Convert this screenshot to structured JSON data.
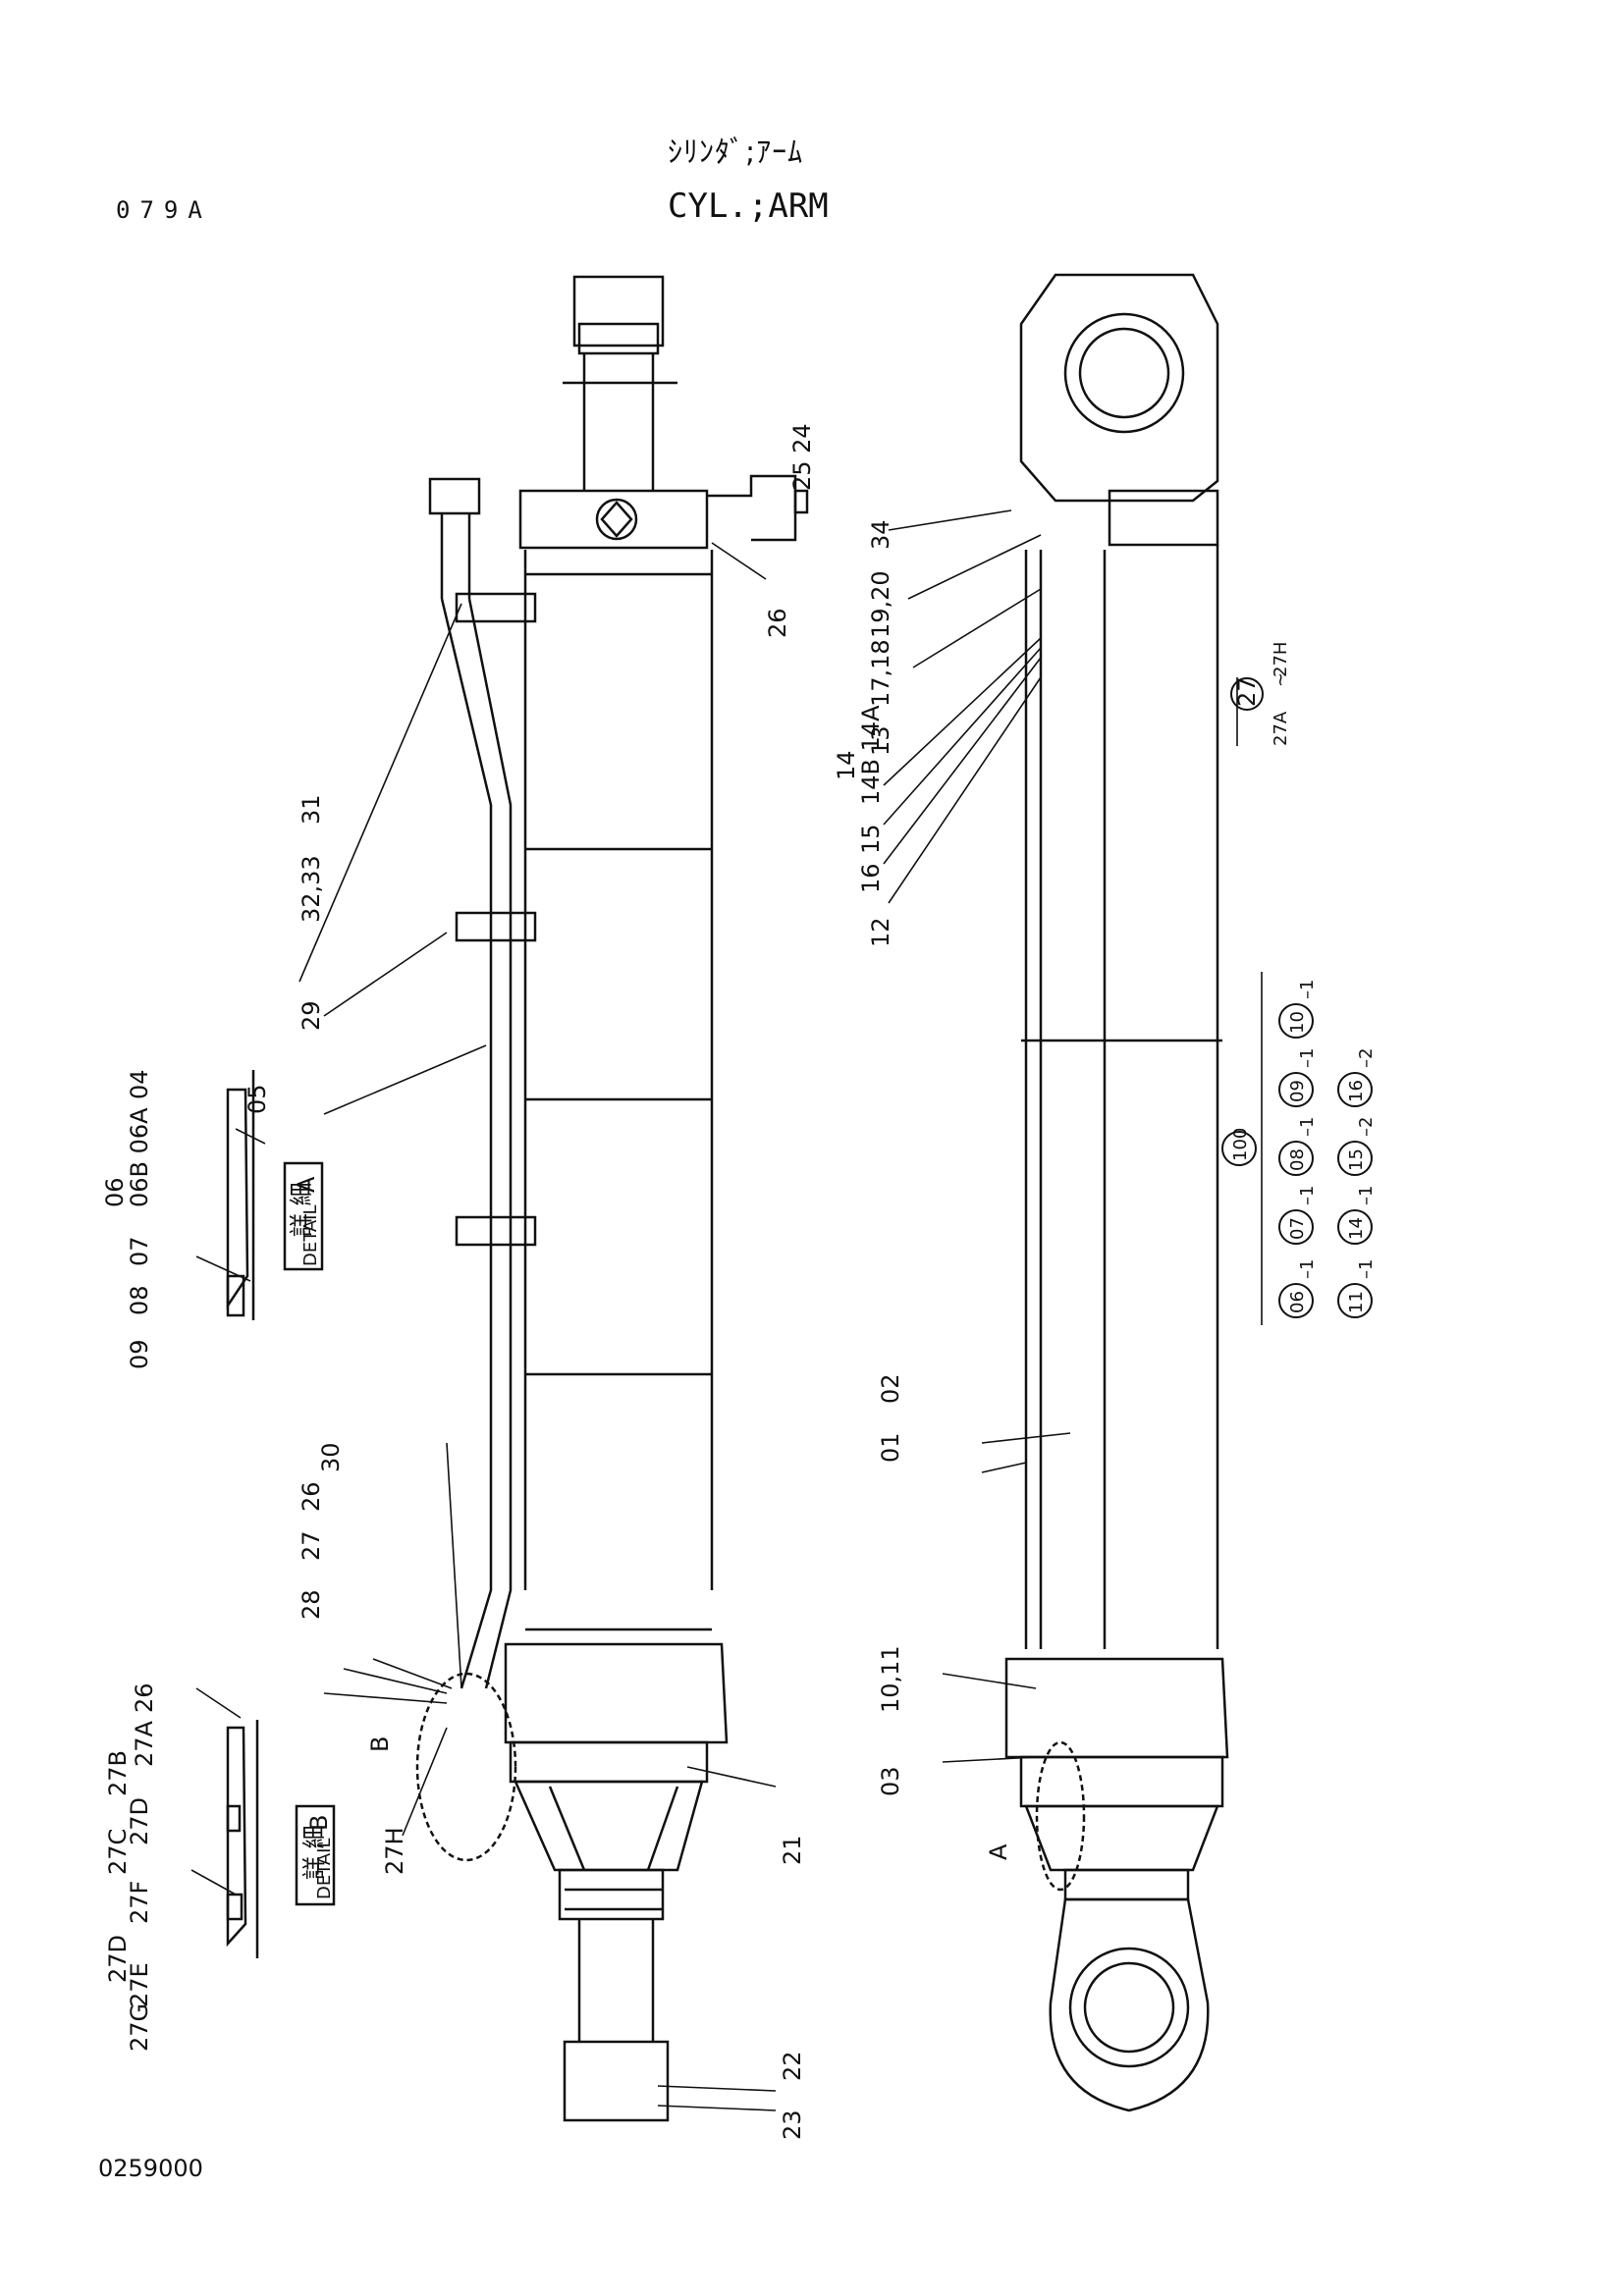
{
  "header": {
    "title_jp": "ｼﾘﾝﾀﾞ;ｱｰﾑ",
    "title_en": "CYL.;ARM",
    "sheet_no": "079A"
  },
  "footer": {
    "drawing_no": "0259000"
  },
  "detail_a": {
    "jp": "詳 細",
    "en": "DETAIL",
    "letter": "A"
  },
  "detail_b": {
    "jp": "詳 細",
    "en": "DETAIL",
    "letter": "B"
  },
  "callouts_left": {
    "c05": "05",
    "c06": "06",
    "c06b06a": "06B 06A",
    "c04": "04",
    "c07": "07",
    "c08": "08",
    "c09": "09",
    "c31": "31",
    "c3233": "32,33",
    "c29": "29",
    "c30": "30",
    "c26b": "26",
    "c27": "27",
    "c28": "28",
    "cB": "B",
    "c27h": "27H",
    "c21": "21",
    "c22": "22",
    "c23": "23",
    "c2524": "25 24",
    "c26": "26",
    "c26d": "26",
    "c27a": "27A",
    "c27b": "27B",
    "c27c": "27C",
    "c27d1": "27D",
    "c27f": "27F",
    "c27d2": "27D",
    "c27e": "27E",
    "c27g": "27G"
  },
  "callouts_right": {
    "c34": "34",
    "c1920": "19,20",
    "c1718": "17,18",
    "c13": "13",
    "c14": "14",
    "c14b14a": "14B 14A",
    "c15": "15",
    "c16": "16",
    "c12": "12",
    "c01": "01",
    "c02": "02",
    "c1011": "10,11",
    "c03": "03",
    "cA": "A"
  },
  "kit_27": {
    "main": "27",
    "range_from": "27A",
    "tilde": "~",
    "range_to": "27H"
  },
  "kit_100": {
    "main": "100",
    "row1": [
      "06",
      "07",
      "08",
      "09",
      "10"
    ],
    "row1_qty": [
      "1",
      "1",
      "1",
      "1",
      "1"
    ],
    "row2": [
      "11",
      "14",
      "15",
      "16"
    ],
    "row2_qty": [
      "1",
      "1",
      "2",
      "2"
    ]
  }
}
